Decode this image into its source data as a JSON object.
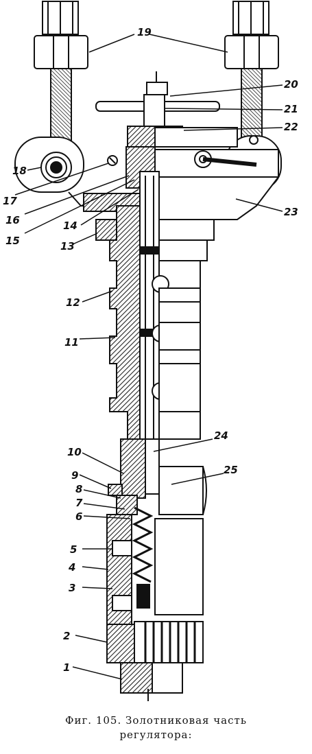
{
  "labels": [
    "1",
    "2",
    "3",
    "4",
    "5",
    "6",
    "7",
    "8",
    "9",
    "10",
    "11",
    "12",
    "13",
    "14",
    "15",
    "16",
    "17",
    "18",
    "19",
    "20",
    "21",
    "22",
    "23",
    "24",
    "25"
  ],
  "caption": {
    "line1": "Фиг. 105. Золотниковая часть",
    "line2": "регулятора:"
  },
  "colors": {
    "ink": "#111111",
    "paper": "#ffffff",
    "hatch": "#333333"
  }
}
